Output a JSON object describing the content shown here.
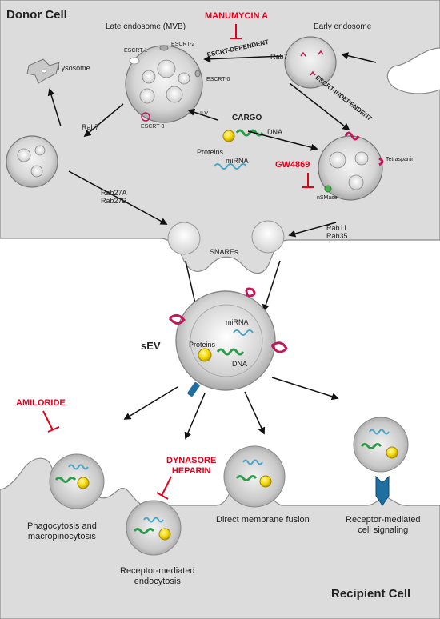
{
  "cells": {
    "donor": "Donor Cell",
    "recipient": "Recipient Cell"
  },
  "compartments": {
    "late_endosome": "Late endosome (MVB)",
    "early_endosome": "Early endosome",
    "lysosome": "Lysosome"
  },
  "escrt": {
    "escrt1": "ESCRT-1",
    "escrt2": "ESCRT-2",
    "escrt0": "ESCRT-0",
    "escrt3": "ESCRT-3",
    "ilv": "ILV"
  },
  "pathways": {
    "dependent": "ESCRT-DEPENDENT",
    "independent": "ESCRT-INDEPENDENT"
  },
  "rabs": {
    "rab7_top": "Rab7",
    "rab7_left": "Rab7",
    "rab27": "Rab27A\nRab27B",
    "rab11": "Rab11\nRab35"
  },
  "cargo": {
    "title": "CARGO",
    "dna": "DNA",
    "proteins": "Proteins",
    "mirna": "miRNA"
  },
  "mvb_markers": {
    "tetraspanin": "Tetraspanin",
    "nsmase": "nSMase"
  },
  "snares": "SNAREs",
  "drugs": {
    "manumycin": "MANUMYCIN A",
    "gw4869": "GW4869",
    "amiloride": "AMILORIDE",
    "dynasore": "DYNASORE\nHEPARIN"
  },
  "sev": {
    "label": "sEV",
    "mirna": "miRNA",
    "proteins": "Proteins",
    "dna": "DNA"
  },
  "uptake": {
    "phago": "Phagocytosis and\nmacropinocytosis",
    "endo": "Receptor-mediated\nendocytosis",
    "fusion": "Direct membrane fusion",
    "signaling": "Receptor-mediated\ncell signaling"
  },
  "colors": {
    "cell": "#dcdcdc",
    "drug": "#e3001b",
    "dna": "#2e9a4b",
    "mirna": "#4aa6c8",
    "receptor": "#1f6fa0",
    "tetraspanin": "#c2185b",
    "protein": "#f5d800"
  }
}
